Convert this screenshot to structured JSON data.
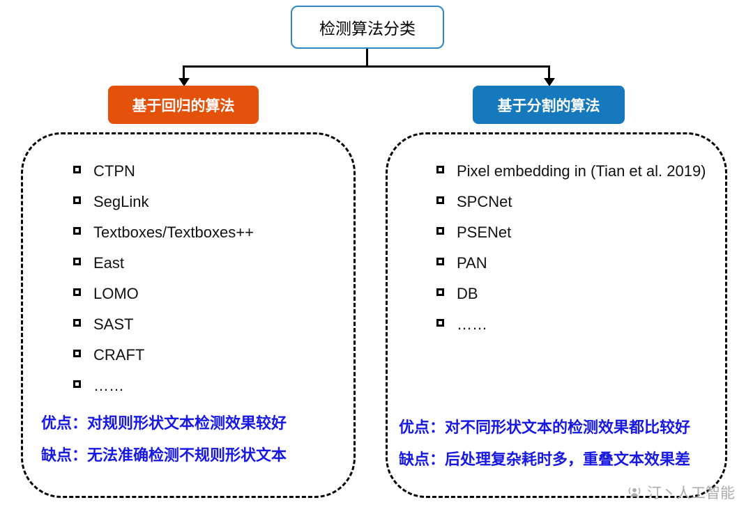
{
  "root": {
    "title": "检测算法分类"
  },
  "branches": {
    "left": {
      "label": "基于回归的算法",
      "items": [
        "CTPN",
        "SegLink",
        "Textboxes/Textboxes++",
        "East",
        "LOMO",
        "SAST",
        "CRAFT",
        "……"
      ],
      "pros": "优点：对规则形状文本检测效果较好",
      "cons": "缺点：无法准确检测不规则形状文本"
    },
    "right": {
      "label": "基于分割的算法",
      "items": [
        "Pixel embedding in (Tian et al. 2019)",
        "SPCNet",
        "PSENet",
        "PAN",
        "DB",
        "……"
      ],
      "pros": "优点：对不同形状文本的检测效果都比较好",
      "cons": "缺点：后处理复杂耗时多，重叠文本效果差"
    }
  },
  "watermark": {
    "text": "汀丶人工智能"
  },
  "colors": {
    "branch_left": "#E4510B",
    "branch_right": "#1779BD",
    "title_border": "#2E86C8",
    "note_text": "#1717E6",
    "watermark": "#ABABAB"
  }
}
